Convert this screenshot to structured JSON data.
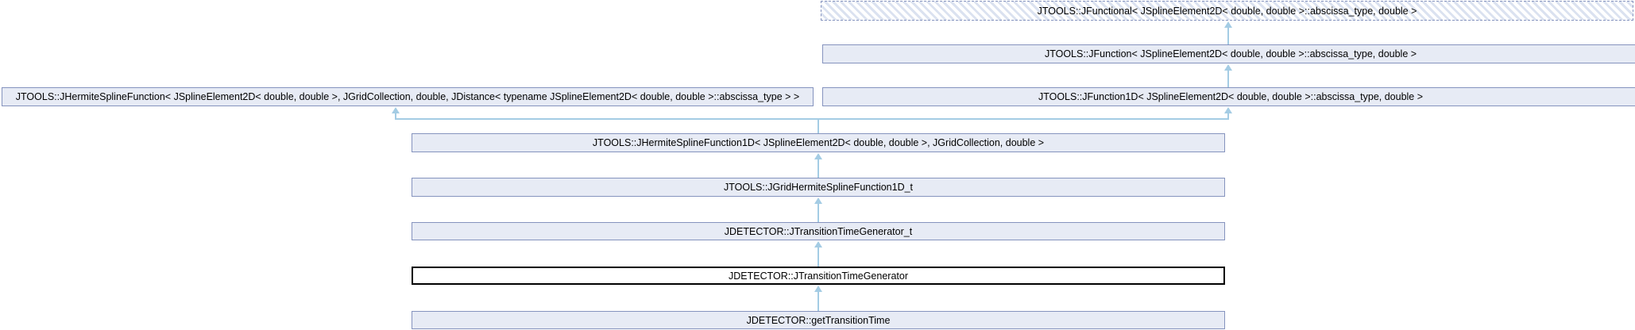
{
  "diagram": {
    "kind": "class-inheritance-graph",
    "colors": {
      "node_fill": "#e7ebf5",
      "node_border": "#8593be",
      "focus_border": "#000000",
      "focus_fill": "#ffffff",
      "arrow": "#a4cce4",
      "text": "#000000",
      "hatch": "#dbe2f0"
    },
    "nodes": [
      {
        "id": "jfunctional",
        "label": "JTOOLS::JFunctional< JSplineElement2D< double, double >::abscissa_type, double >",
        "style": "dashed-hatched"
      },
      {
        "id": "jfunction",
        "label": "JTOOLS::JFunction< JSplineElement2D< double, double >::abscissa_type, double >",
        "style": "plain"
      },
      {
        "id": "jhermitesplinefunction",
        "label": "JTOOLS::JHermiteSplineFunction< JSplineElement2D< double, double >, JGridCollection, double, JDistance< typename JSplineElement2D< double, double >::abscissa_type > >",
        "style": "plain"
      },
      {
        "id": "jfunction1d",
        "label": "JTOOLS::JFunction1D< JSplineElement2D< double, double >::abscissa_type, double >",
        "style": "plain"
      },
      {
        "id": "jhermitesplinefunction1d",
        "label": "JTOOLS::JHermiteSplineFunction1D< JSplineElement2D< double, double >, JGridCollection, double >",
        "style": "plain"
      },
      {
        "id": "jgridhermitesplinefunction1d_t",
        "label": "JTOOLS::JGridHermiteSplineFunction1D_t",
        "style": "plain"
      },
      {
        "id": "jtransitiontimegenerator_t",
        "label": "JDETECTOR::JTransitionTimeGenerator_t",
        "style": "plain"
      },
      {
        "id": "jtransitiontimegenerator",
        "label": "JDETECTOR::JTransitionTimeGenerator",
        "style": "focus"
      },
      {
        "id": "gettransitiontime",
        "label": "JDETECTOR::getTransitionTime",
        "style": "plain"
      }
    ],
    "edges": [
      {
        "from": "jfunction",
        "to": "jfunctional",
        "type": "public-inheritance"
      },
      {
        "from": "jfunction1d",
        "to": "jfunction",
        "type": "public-inheritance"
      },
      {
        "from": "jhermitesplinefunction1d",
        "to": "jhermitesplinefunction",
        "type": "public-inheritance"
      },
      {
        "from": "jhermitesplinefunction1d",
        "to": "jfunction1d",
        "type": "public-inheritance"
      },
      {
        "from": "jgridhermitesplinefunction1d_t",
        "to": "jhermitesplinefunction1d",
        "type": "public-inheritance"
      },
      {
        "from": "jtransitiontimegenerator_t",
        "to": "jgridhermitesplinefunction1d_t",
        "type": "public-inheritance"
      },
      {
        "from": "jtransitiontimegenerator",
        "to": "jtransitiontimegenerator_t",
        "type": "public-inheritance"
      },
      {
        "from": "gettransitiontime",
        "to": "jtransitiontimegenerator",
        "type": "public-inheritance"
      }
    ]
  }
}
